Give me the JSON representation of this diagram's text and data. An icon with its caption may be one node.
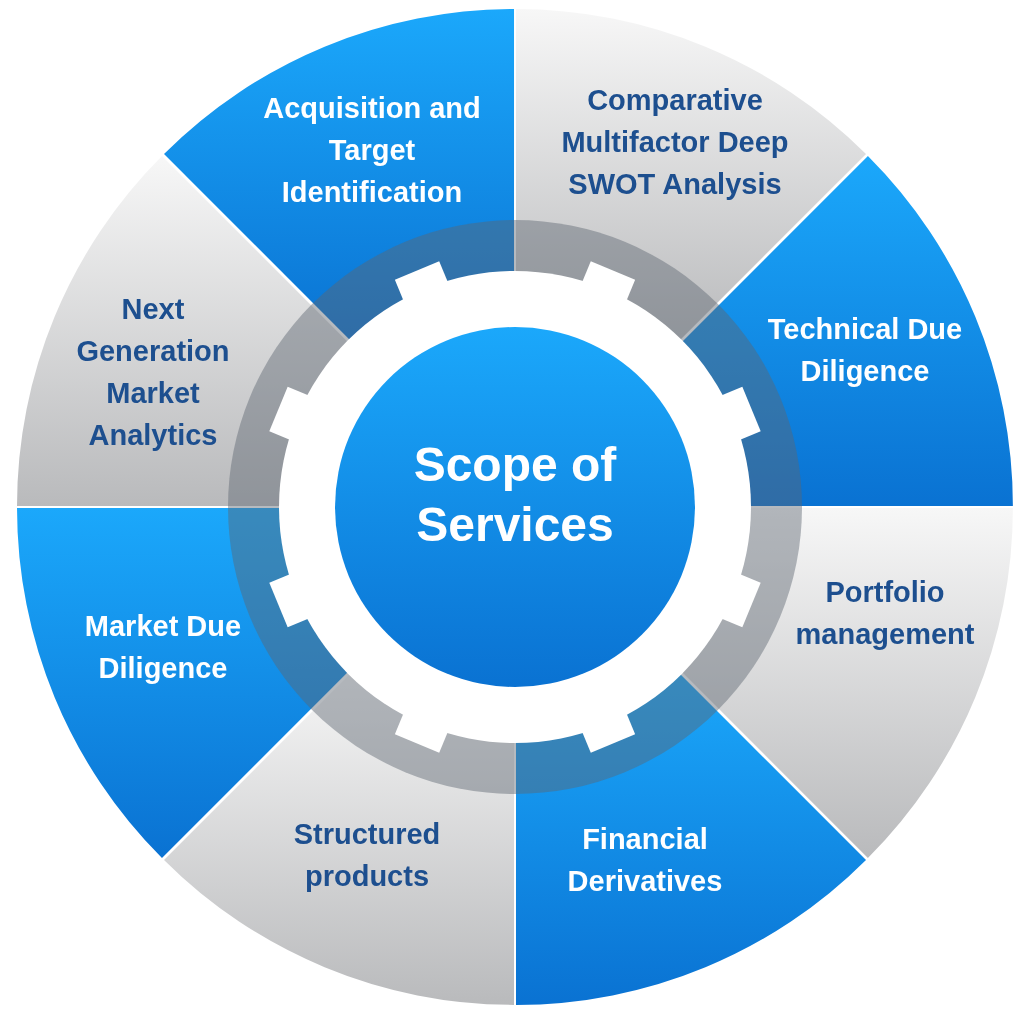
{
  "diagram": {
    "nodes": [
      {
        "text": [
          "Scope of Services"
        ]
      },
      {
        "text": [
          "Acquisition and Target Identification"
        ]
      },
      {
        "text": [
          "Comparative Multifactor Deep SWOT Analysis"
        ]
      },
      {
        "text": [
          "Technical Due Diligence"
        ]
      },
      {
        "text": [
          "Portfolio management"
        ]
      },
      {
        "text": [
          "Financial Derivatives"
        ]
      },
      {
        "text": [
          "Structured products"
        ]
      },
      {
        "text": [
          "Market Due Diligence"
        ]
      },
      {
        "text": [
          "Next Generation Market Analytics"
        ]
      }
    ]
  }
}
